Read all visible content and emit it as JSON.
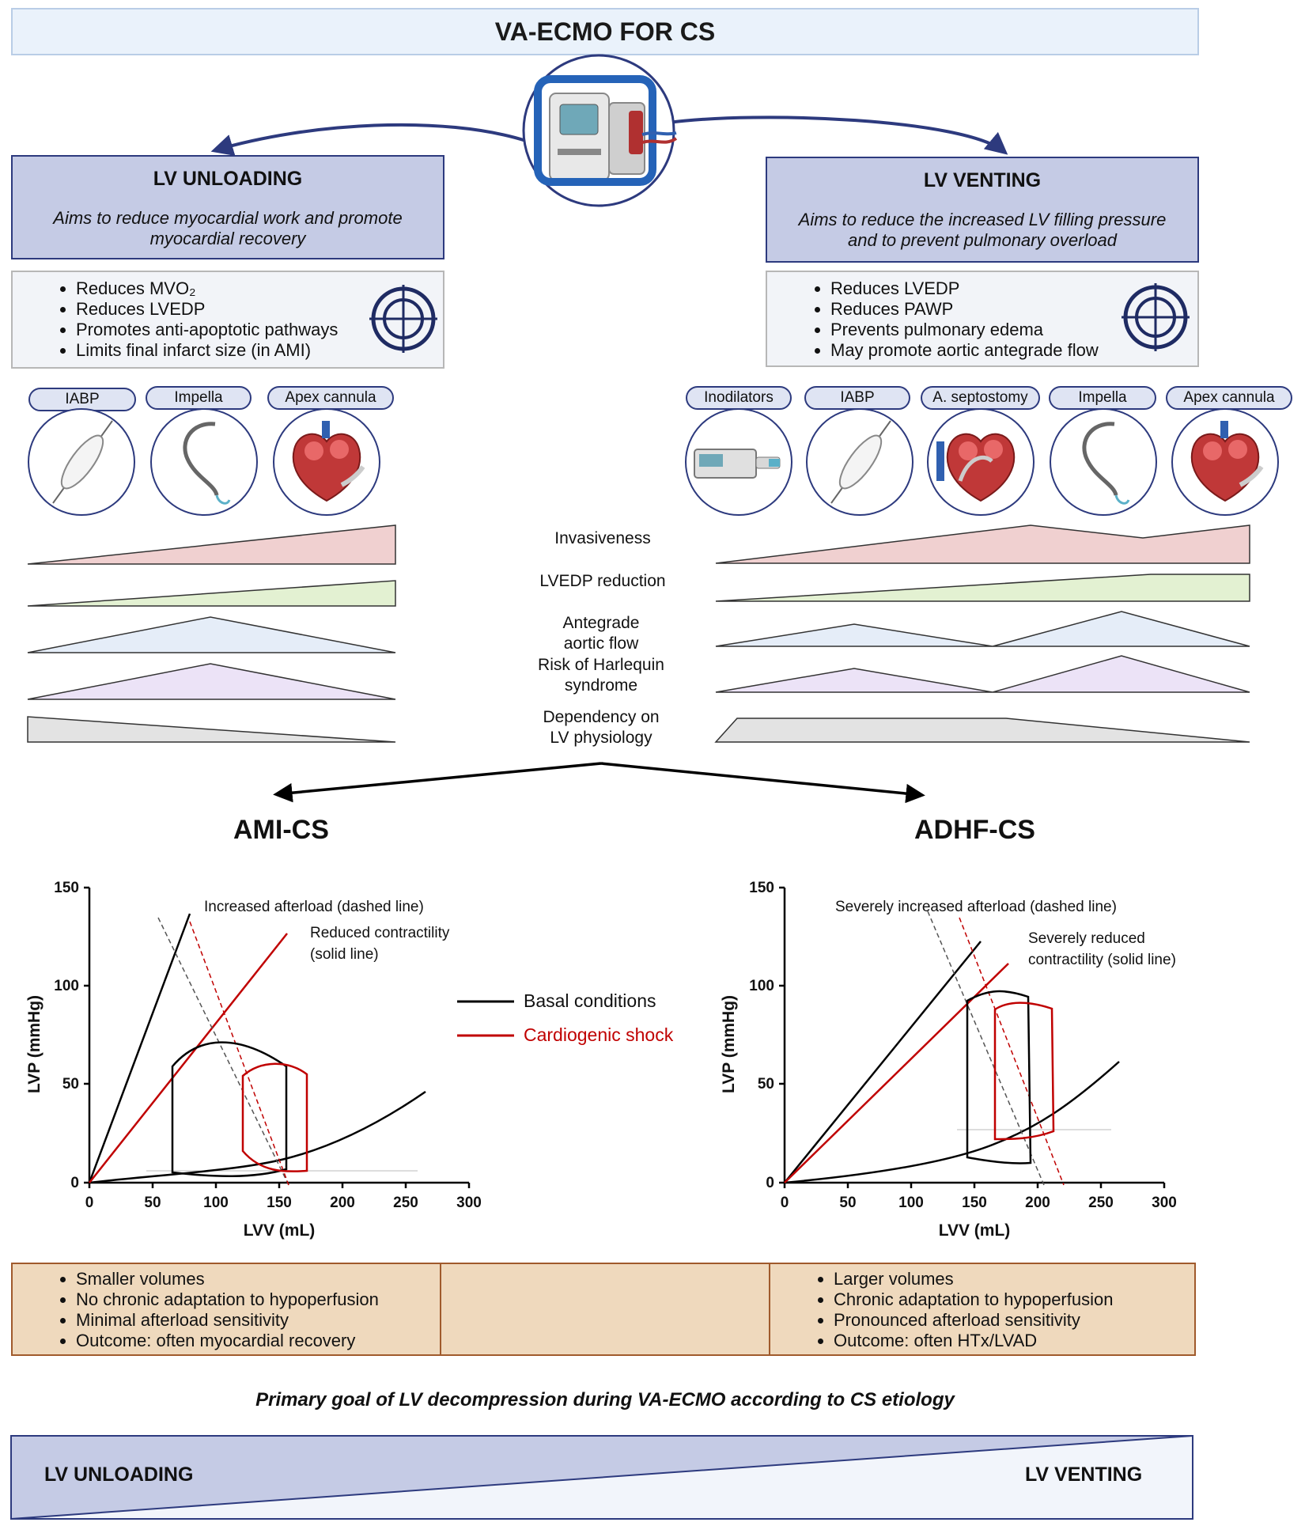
{
  "banner": {
    "title": "VA-ECMO FOR CS"
  },
  "left": {
    "title": "LV UNLOADING",
    "description": "Aims to reduce myocardial work and promote myocardial recovery",
    "effects": [
      "Reduces MVO₂",
      "Reduces LVEDP",
      "Promotes anti-apoptotic pathways",
      "Limits final infarct size (in AMI)"
    ],
    "devices": [
      "IABP",
      "Impella",
      "Apex cannula"
    ]
  },
  "right": {
    "title": "LV VENTING",
    "description": "Aims to reduce the increased LV filling pressure and to prevent pulmonary overload",
    "effects": [
      "Reduces LVEDP",
      "Reduces PAWP",
      "Prevents pulmonary edema",
      "May promote aortic antegrade flow"
    ],
    "devices": [
      "Inodilators",
      "IABP",
      "A. septostomy",
      "Impella",
      "Apex cannula"
    ]
  },
  "comparison": {
    "criteria": [
      "Invasiveness",
      "LVEDP reduction",
      "Antegrade aortic flow",
      "Risk of Harlequin syndrome",
      "Dependency on LV physiology"
    ],
    "colors": [
      "#f0d0d0",
      "#e3f1d2",
      "#e5edf8",
      "#ece3f7",
      "#e3e3e3"
    ]
  },
  "plots": {
    "ami": {
      "heading": "AMI-CS",
      "annotation_afterload": "Increased afterload (dashed line)",
      "annotation_contractility": [
        "Reduced contractility",
        "(solid line)"
      ]
    },
    "adhf": {
      "heading": "ADHF-CS",
      "annotation_afterload": "Severely increased afterload (dashed line)",
      "annotation_contractility": [
        "Severely reduced",
        "contractility (solid line)"
      ]
    },
    "xlabel": "LVV (mL)",
    "ylabel": "LVP (mmHg)",
    "xticks": [
      0,
      50,
      100,
      150,
      200,
      250,
      300
    ],
    "yticks": [
      0,
      50,
      100,
      150
    ],
    "legend": [
      {
        "label": "Basal conditions",
        "color": "#000000"
      },
      {
        "label": "Cardiogenic shock",
        "color": "#c00000"
      }
    ]
  },
  "features": {
    "ami": [
      "Smaller volumes",
      "No chronic adaptation to hypoperfusion",
      "Minimal afterload sensitivity",
      "Outcome: often myocardial recovery"
    ],
    "adhf": [
      "Larger volumes",
      "Chronic adaptation to hypoperfusion",
      "Pronounced afterload sensitivity",
      "Outcome: often HTx/LVAD"
    ]
  },
  "goal": {
    "title": "Primary goal of LV decompression during VA-ECMO according to CS etiology",
    "left_label": "LV UNLOADING",
    "right_label": "LV VENTING"
  }
}
